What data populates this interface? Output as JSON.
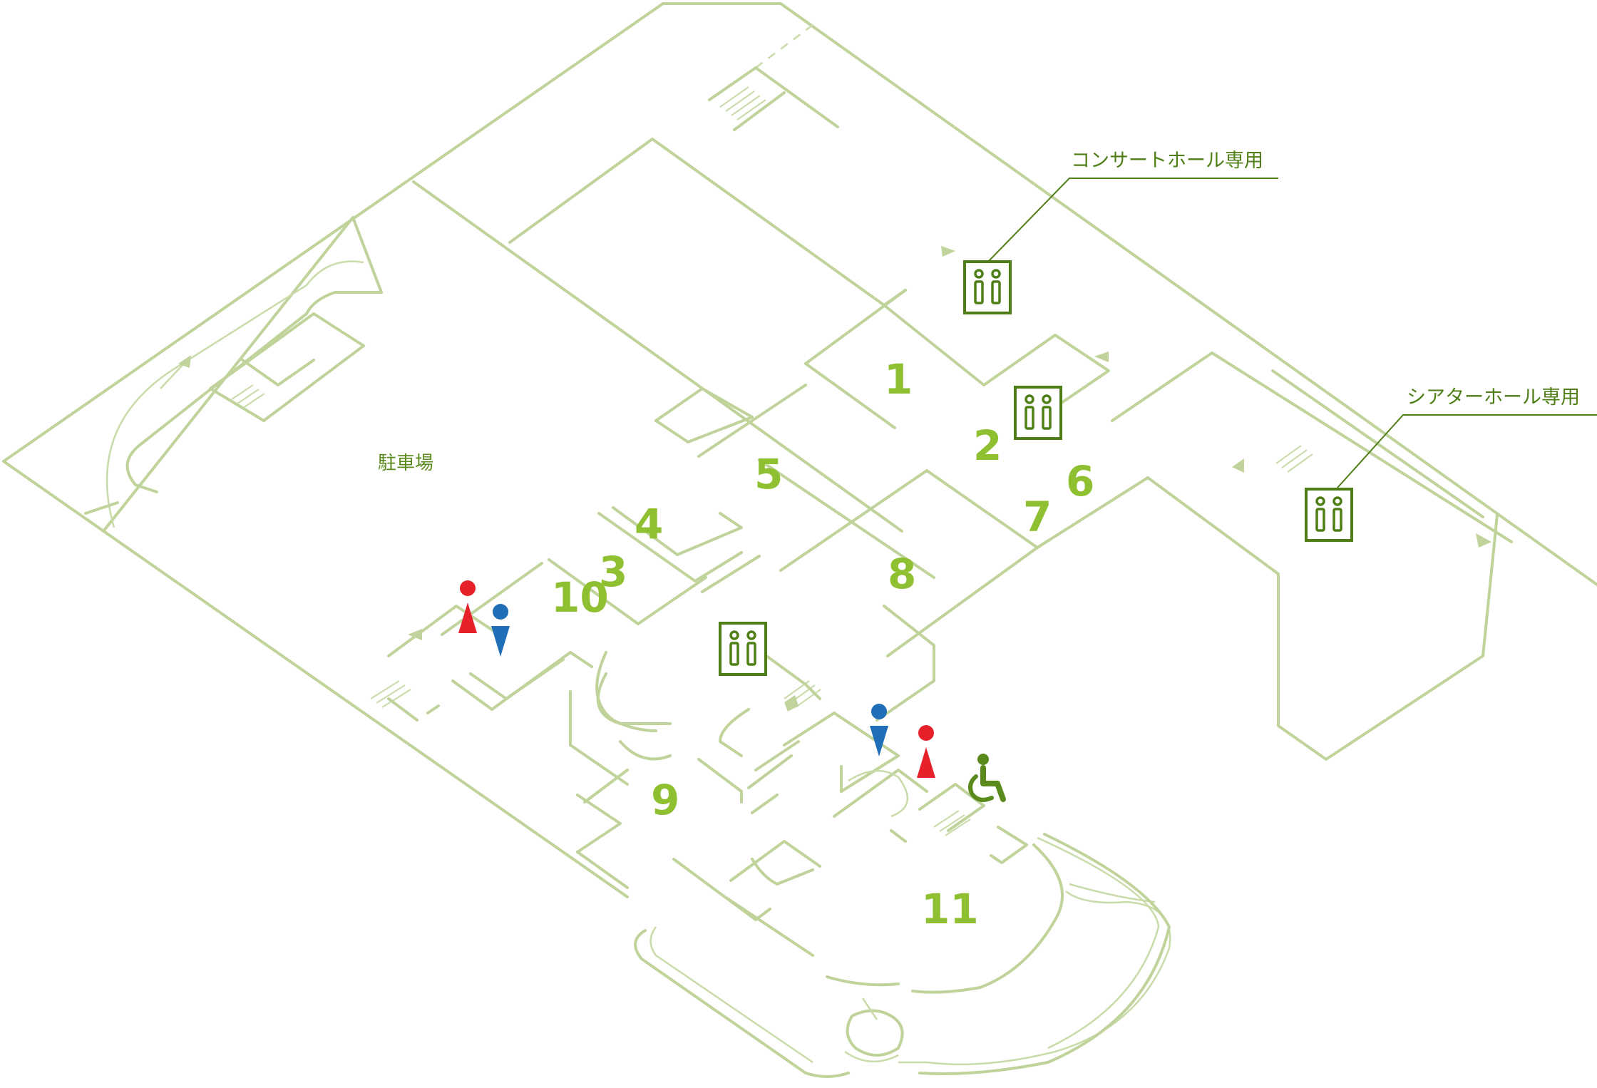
{
  "map": {
    "area_labels": {
      "parking": "駐車場"
    },
    "callouts": {
      "concert_hall_elevator": "コンサートホール専用",
      "theater_hall_elevator": "シアターホール専用"
    },
    "rooms": [
      "1",
      "2",
      "3",
      "4",
      "5",
      "6",
      "7",
      "8",
      "9",
      "10",
      "11"
    ],
    "icons": {
      "elevator": "elevator-icon",
      "restroom_female": "female-restroom-icon",
      "restroom_male": "male-restroom-icon",
      "accessible": "wheelchair-accessible-icon"
    },
    "colors": {
      "wall": "#bfd39a",
      "room_number": "#8fc031",
      "elevator_icon": "#4f7e16",
      "female": "#e6212a",
      "male": "#1f6eb7",
      "accessible": "#5a8a1c"
    }
  }
}
